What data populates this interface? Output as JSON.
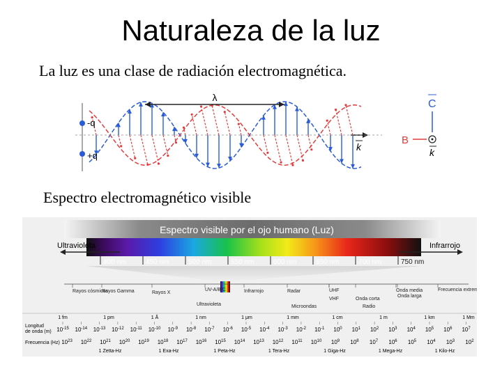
{
  "slide": {
    "title": "Naturaleza de la luz",
    "subtitle": "La luz es una clase de radiación electromagnética.",
    "spectrum_heading": "Espectro electromagnético visible"
  },
  "wave_diagram": {
    "lambda_label": "λ",
    "charge_top": "-q",
    "charge_bottom": "+q",
    "k_label": "k",
    "b_label": "B",
    "c_label": "C",
    "axis_k_label": "k",
    "colors": {
      "electric": "#2a5bd7",
      "magnetic": "#e23c3c",
      "axis": "#222222"
    }
  },
  "spectrum": {
    "banner_title": "Espectro visible por el ojo humano (Luz)",
    "left_arrow_label": "Ultravioleta",
    "right_arrow_label": "Infrarrojo",
    "wavelength_ticks": [
      "400 nm",
      "450 nm",
      "500 nm",
      "550 nm",
      "600 nm",
      "650 nm",
      "700 nm",
      "750 nm"
    ],
    "regions": [
      "Rayos cósmicos",
      "Rayos Gamma",
      "Rayos X",
      "UV-A/B/C",
      "Infrarrojo",
      "Radar",
      "UHF",
      "VHF",
      "Onda corta",
      "Onda media",
      "Onda larga",
      "Frecuencia extremadamente baja"
    ],
    "sub_labels": [
      "Ultravioleta",
      "Microondas",
      "Radio"
    ],
    "length_row_label": [
      "Longitud",
      "de onda (m)"
    ],
    "length_units": [
      "1 fm",
      "1 pm",
      "1 Å",
      "1 nm",
      "1 μm",
      "1 mm",
      "1 cm",
      "1 m",
      "1 km",
      "1 Mm"
    ],
    "length_exponents": [
      "-15",
      "-14",
      "-13",
      "-12",
      "-11",
      "-10",
      "-9",
      "-8",
      "-7",
      "-6",
      "-5",
      "-4",
      "-3",
      "-2",
      "-1",
      "0",
      "1",
      "2",
      "3",
      "4",
      "5",
      "6",
      "7"
    ],
    "freq_row_label": "Frecuencia (Hz)",
    "freq_exponents": [
      "23",
      "22",
      "21",
      "20",
      "19",
      "18",
      "17",
      "16",
      "15",
      "14",
      "13",
      "12",
      "11",
      "10",
      "9",
      "8",
      "7",
      "6",
      "5",
      "4",
      "3",
      "2"
    ],
    "freq_units": [
      "1 Zetta-Hz",
      "1 Exa-Hz",
      "1 Peta-Hz",
      "1 Tera-Hz",
      "1 Giga-Hz",
      "1 Mega-Hz",
      "1 Kilo-Hz"
    ]
  }
}
